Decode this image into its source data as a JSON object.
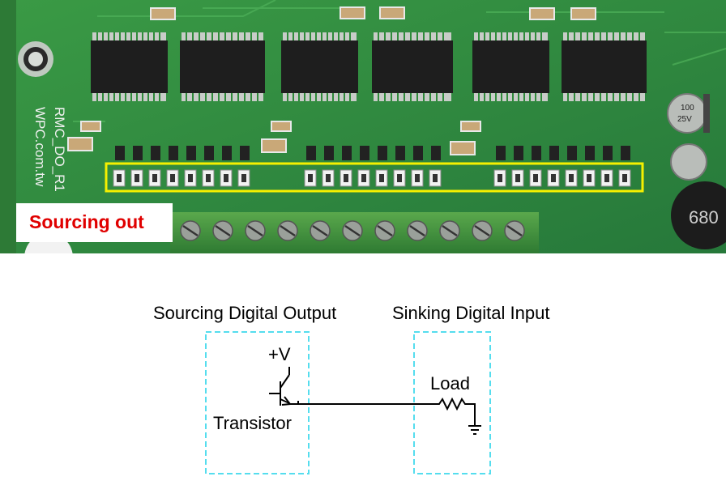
{
  "photo": {
    "banner_label": "Sourcing out",
    "board_id": "RMC_DO_R1",
    "website": "WPC.com.tw",
    "capacitor_value": "100",
    "capacitor_voltage": "25V",
    "inductor_marking": "680"
  },
  "diagram": {
    "sourcing_title": "Sourcing Digital Output",
    "sinking_title": "Sinking Digital Input",
    "supply_label": "+V",
    "transistor_label": "Transistor",
    "load_label": "Load"
  },
  "colors": {
    "banner_text": "#e00000",
    "highlight_box": "#f5f000",
    "boundary_dash": "#55ddee",
    "pcb_green": "#2f8a3a"
  }
}
